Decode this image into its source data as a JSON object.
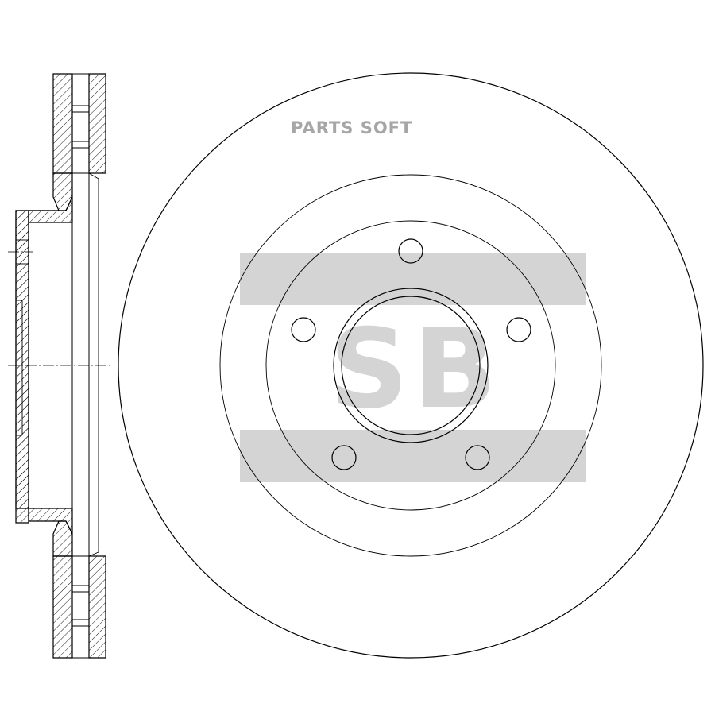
{
  "watermark": {
    "text": "PARTS SOFT",
    "logo_letters": "SB",
    "color": "#d4d4d4"
  },
  "drawing": {
    "subject": "brake-disc",
    "bolt_hole_count": 5
  }
}
